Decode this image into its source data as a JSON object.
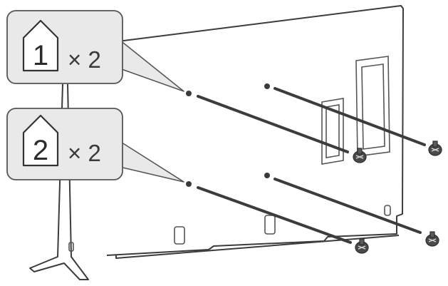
{
  "callouts": [
    {
      "id": "screw-type-1",
      "number": "1",
      "quantity": "× 2"
    },
    {
      "id": "screw-type-2",
      "number": "2",
      "quantity": "× 2"
    }
  ],
  "colors": {
    "line": "#3c3c3c",
    "callout_fill": "#e9e9e9",
    "callout_stroke": "#555555",
    "screw": "#4a4a4a"
  },
  "icons": [
    "screw-icon",
    "screw-hole-icon",
    "arrow-icon",
    "house-badge-icon"
  ]
}
